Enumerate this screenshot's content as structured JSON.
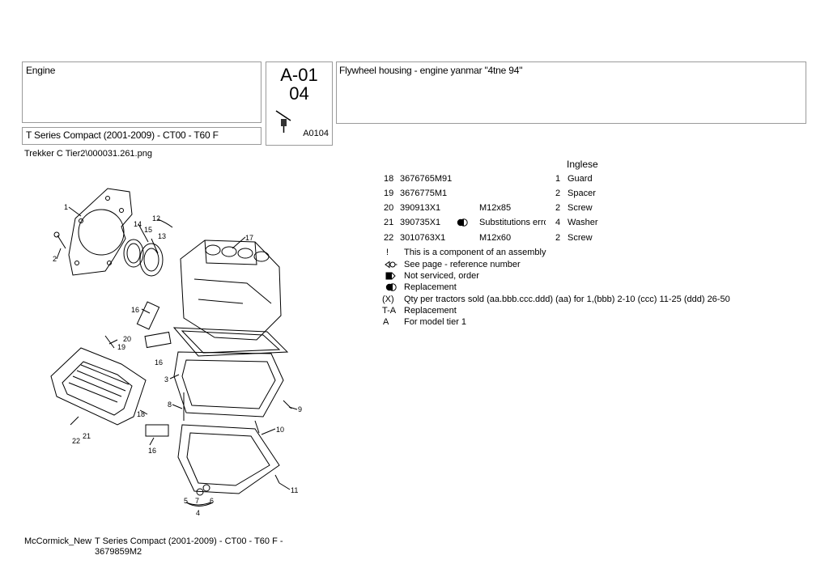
{
  "header": {
    "section": "Engine",
    "series": "T Series Compact (2001-2009) - CT00 - T60 F",
    "code_line1": "A-01",
    "code_line2": "04",
    "code_ref": "A0104",
    "title": "Flywheel housing - engine yanmar \"4tne 94\""
  },
  "image_path": "Trekker C Tier2\\000031.261.png",
  "language": "Inglese",
  "parts": [
    {
      "index": "18",
      "part": "3676765M91",
      "note": "",
      "icon": "",
      "qty": "1",
      "desc": "Guard"
    },
    {
      "index": "19",
      "part": "3676775M1",
      "note": "",
      "icon": "",
      "qty": "2",
      "desc": "Spacer"
    },
    {
      "index": "20",
      "part": "390913X1",
      "note": "M12x85",
      "icon": "",
      "qty": "2",
      "desc": "Screw"
    },
    {
      "index": "21",
      "part": "390735X1",
      "note": "Substitutions error",
      "icon": "replacement-icon",
      "qty": "4",
      "desc": "Washer"
    },
    {
      "index": "22",
      "part": "3010763X1",
      "note": "M12x60",
      "icon": "",
      "qty": "2",
      "desc": "Screw"
    }
  ],
  "legend": [
    {
      "symbol": "!",
      "text": "This is a component of an assembly"
    },
    {
      "symbol": "",
      "icon": "see-page-icon",
      "text": "See page - reference number"
    },
    {
      "symbol": "",
      "icon": "not-serviced-icon",
      "text": "Not serviced, order"
    },
    {
      "symbol": "",
      "icon": "replacement-icon",
      "text": "Replacement"
    },
    {
      "symbol": "(X)",
      "text": "Qty per tractors sold  (aa.bbb.ccc.ddd) (aa) for 1,(bbb) 2-10 (ccc) 11-25 (ddd) 26-50"
    },
    {
      "symbol": "T-A",
      "text": "Replacement"
    },
    {
      "symbol": "A",
      "text": "For model tier 1"
    }
  ],
  "diagram": {
    "callouts": [
      "1",
      "2",
      "12",
      "14",
      "15",
      "13",
      "17",
      "16",
      "20",
      "19",
      "16",
      "3",
      "8",
      "9",
      "18",
      "22",
      "21",
      "10",
      "16",
      "11",
      "5",
      "7",
      "6",
      "4"
    ]
  },
  "footer": {
    "brand": "McCormick_New",
    "description_line1": "T Series Compact (2001-2009) - CT00 - T60 F -",
    "description_line2": "3679859M2"
  }
}
